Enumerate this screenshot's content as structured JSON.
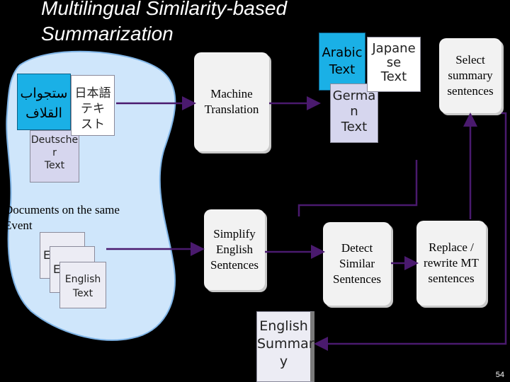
{
  "slide": {
    "title_line1": "Multilingual Similarity-based",
    "title_line2": "Summarization",
    "page_number": "54"
  },
  "colors": {
    "background": "#000000",
    "blob": "#cfe6fb",
    "cyan_box": "#1ab0e6",
    "lavender_box": "#d6d6ee",
    "arrow": "#4a1a6e"
  },
  "source_docs": {
    "arabic_line1": "ستجواب",
    "arabic_line2": "القلاف",
    "japanese_line1": "日本語",
    "japanese_line2": "テキ",
    "japanese_line3": "スト",
    "german_line1": "Deutsche",
    "german_line2": "r",
    "german_line3": "Text",
    "caption_line1": "Documents on the same",
    "caption_line2": "Event",
    "english_back1": "E",
    "english_back2": "E",
    "english_front_line1": "English",
    "english_front_line2": "Text"
  },
  "steps": {
    "machine_translation_line1": "Machine",
    "machine_translation_line2": "Translation",
    "simplify_line1": "Simplify",
    "simplify_line2": "English",
    "simplify_line3": "Sentences",
    "detect_line1": "Detect",
    "detect_line2": "Similar",
    "detect_line3": "Sentences",
    "replace_line1": "Replace /",
    "replace_line2": "rewrite MT",
    "replace_line3": "sentences",
    "select_line1": "Select",
    "select_line2": "summary",
    "select_line3": "sentences"
  },
  "translated_docs": {
    "arabic_line1": "Arabic",
    "arabic_line2": "Text",
    "japanese_line1": "Japane",
    "japanese_line2": "se",
    "japanese_line3": "Text",
    "german_line1": "Germa",
    "german_line2": "n",
    "german_line3": "Text"
  },
  "output": {
    "line1": "English",
    "line2": "Summar",
    "line3": "y"
  }
}
